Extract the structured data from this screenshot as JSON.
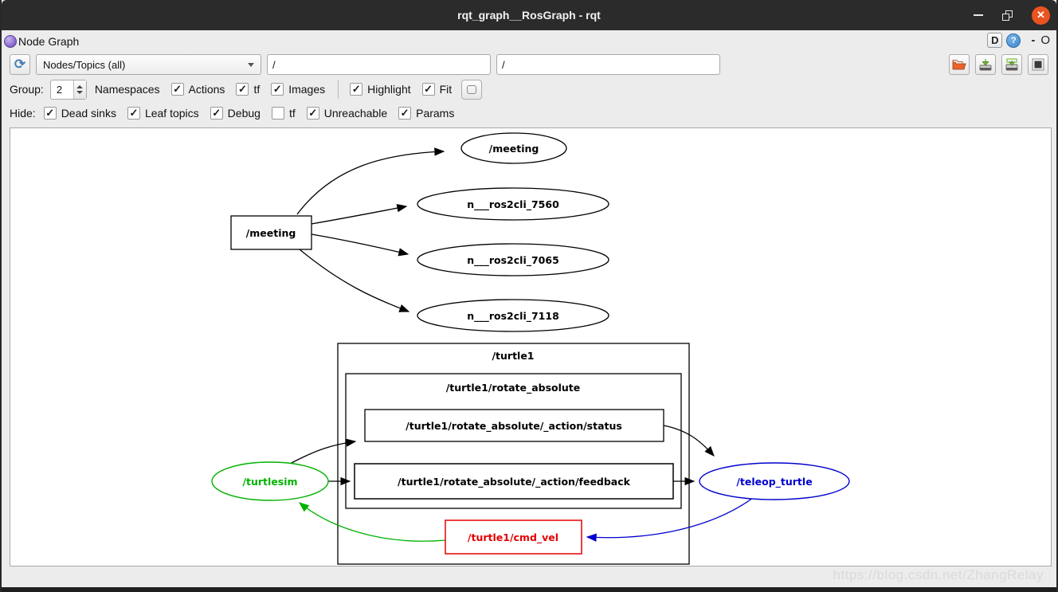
{
  "window": {
    "title": "rqt_graph__RosGraph - rqt",
    "close_glyph": "✕"
  },
  "panel": {
    "title": "Node Graph",
    "d_button": "D",
    "help_button": "?",
    "minimize_button": "-",
    "float_button": "O"
  },
  "toolbar": {
    "refresh_glyph": "⟳",
    "view_mode": "Nodes/Topics (all)",
    "node_filter": "/",
    "topic_filter": "/"
  },
  "controls": {
    "group_label": "Group:",
    "group_value": "2",
    "namespaces_label": "Namespaces",
    "actions": {
      "label": "Actions",
      "mark": "✓"
    },
    "tf_row1": {
      "label": "tf",
      "mark": "✓"
    },
    "images": {
      "label": "Images",
      "mark": "✓"
    },
    "highlight": {
      "label": "Highlight",
      "mark": "✓"
    },
    "fit": {
      "label": "Fit",
      "mark": "✓"
    },
    "hide_label": "Hide:",
    "dead_sinks": {
      "label": "Dead sinks",
      "mark": "✓"
    },
    "leaf_topics": {
      "label": "Leaf topics",
      "mark": "✓"
    },
    "debug": {
      "label": "Debug",
      "mark": "✓"
    },
    "tf_row2": {
      "label": "tf",
      "mark": ""
    },
    "unreachable": {
      "label": "Unreachable",
      "mark": "✓"
    },
    "params": {
      "label": "Params",
      "mark": "✓"
    }
  },
  "graph": {
    "clusters": {
      "turtle1": "/turtle1",
      "rotate_absolute": "/turtle1/rotate_absolute"
    },
    "nodes": {
      "meeting_node": "/meeting",
      "meeting_topic": "/meeting",
      "ros2cli_7560": "n___ros2cli_7560",
      "ros2cli_7065": "n___ros2cli_7065",
      "ros2cli_7118": "n___ros2cli_7118",
      "status_topic": "/turtle1/rotate_absolute/_action/status",
      "feedback_topic": "/turtle1/rotate_absolute/_action/feedback",
      "cmd_vel_topic": "/turtle1/cmd_vel",
      "turtlesim": "/turtlesim",
      "teleop_turtle": "/teleop_turtle"
    },
    "colors": {
      "default": "#000000",
      "turtlesim_green": "#00b200",
      "teleop_blue": "#0000cd",
      "cmd_vel_red": "#e60000"
    }
  },
  "watermark": "https://blog.csdn.net/ZhangRelay"
}
